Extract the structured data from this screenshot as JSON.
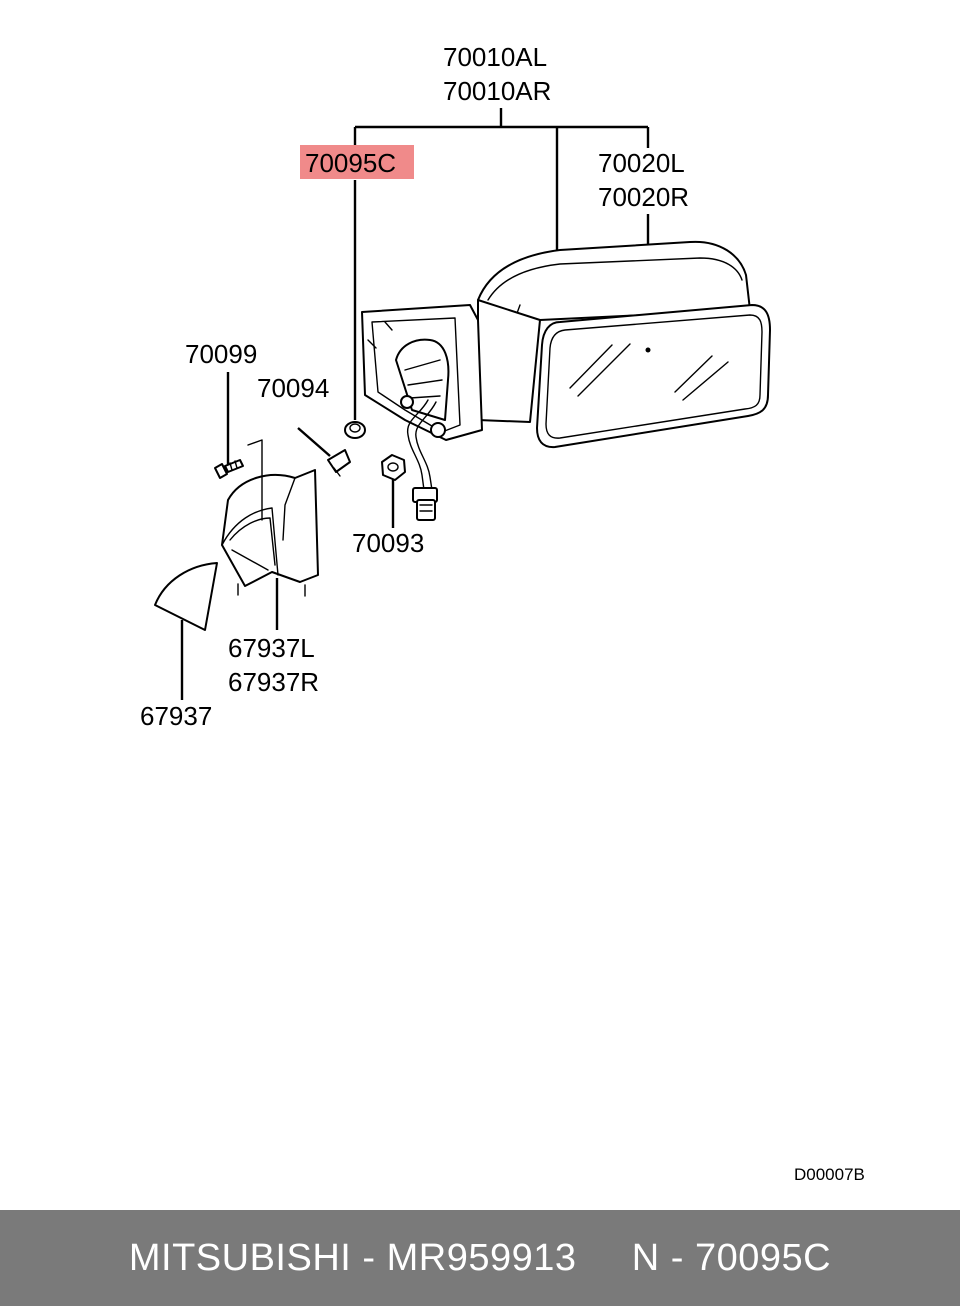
{
  "callouts": {
    "assembly_l": "70010AL",
    "assembly_r": "70010AR",
    "highlighted": "70095C",
    "glass_l": "70020L",
    "glass_r": "70020R",
    "screw": "70099",
    "clip": "70094",
    "nut": "70093",
    "cover_l": "67937L",
    "cover_r": "67937R",
    "pad": "67937"
  },
  "diagram_code": "D00007B",
  "highlight_color": "#f08a8a",
  "footer": {
    "brand": "MITSUBISHI",
    "part_number": "MR959913",
    "ref": "N - 70095C",
    "text": "MITSUBISHI - MR959913     N - 70095C"
  }
}
